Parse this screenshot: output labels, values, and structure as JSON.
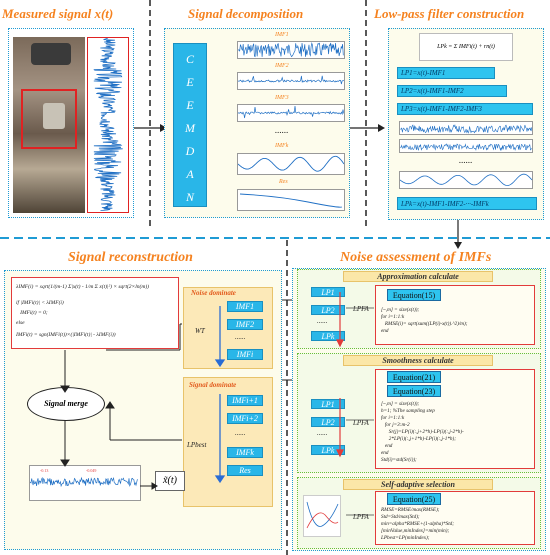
{
  "sections": {
    "measured": "Measured signal x(t)",
    "decomposition": "Signal decomposition",
    "lowpass": "Low-pass filter construction",
    "reconstruction": "Signal reconstruction",
    "noise": "Noise assessment of IMFs"
  },
  "ceemdan": [
    "C",
    "E",
    "E",
    "M",
    "D",
    "A",
    "N"
  ],
  "imf_labels": {
    "imf1": "IMF1",
    "imf2": "IMF2",
    "imf3": "IMF3",
    "dots": "......",
    "imfk": "IMFk",
    "res": "Res"
  },
  "lowpass": {
    "formula": "LPk = Σ IMFi(t) + rn(t)",
    "lp1": "LP1=x(t)-IMF1",
    "lp2": "LP2=x(t)-IMF1-IMF2",
    "lp3": "LP3=x(t)-IMF1-IMF2-IMF3",
    "dots": "......",
    "lpk": "LPk=x(t)-IMF1-IMF2-···-IMFk"
  },
  "noise": {
    "approx_title": "Approximation calculate",
    "smooth_title": "Smoothness calculate",
    "selfadapt_title": "Self-adaptive selection",
    "lp": [
      "LP1",
      "LP2",
      "......",
      "LPk"
    ],
    "lpfa": "LPFA",
    "eq15": "Equation(15)",
    "eq21": "Equation(21)",
    "eq23": "Equation(23)",
    "eq25": "Equation(25)",
    "code_approx": "[~,m] = size(x(t));\nfor i=1:1:k\n   RMSE(i)= sqrt(sum((LP(i)-x(t)).^2)/m);\nend",
    "code_smooth": "[~,m] = size(x(t));\nh=1; %The sampling step\nfor i=1:1:k\n   for j=3:m-2\n      Sr(j)=LP(i)(:,j+2*h)-LP(i)(:,j-2*h)-\n      2*LP(i)(:,j+1*h)-LP(i)(:,j-1*h);\n   end\nend\nStd(i)=std(Sr(i));",
    "code_select": "RMSE=RMSE/max(RMSE);\nStd=Std/max(Std);\nmin=alpha*RMSE+(1-alpha)*Std;\n[minValue,minIndex]=min(min);\nLPbest=LP(minIndex);"
  },
  "recon": {
    "formula1": "λIMF(i) = sqrt(1/(m-1) Σ|x(t) - 1/m Σ x(t)|²) × sqrt(2×ln(m))",
    "formula2": "if |IMFi(t)| < λIMF(i)",
    "formula3": "   IMFi(t) = 0;",
    "formula4": "else",
    "formula5": "IMFi(t) = sgn(IMFi(t))×(|IMFi(t)| - λIMF(i))",
    "noise_dominate": "Noise dominate",
    "signal_dominate": "Signal dominate",
    "wt": "WT",
    "lpbest": "LPbest",
    "imf1": "IMF1",
    "imf2": "IMF2",
    "dots1": "......",
    "imfi": "IMFi",
    "imfi1": "IMFi+1",
    "imfi2": "IMFi+2",
    "dots2": "......",
    "imfk": "IMFk",
    "res": "Res",
    "merge": "Signal merge",
    "output": "x̃(t)",
    "ann1": "-0.13",
    "ann2": "-0.049"
  },
  "colors": {
    "header": "#f5821f",
    "box": "#29b6e8",
    "panel_border": "#1f9bd4",
    "red": "#e23b3b",
    "dashed_line": "#1f9bd4"
  }
}
